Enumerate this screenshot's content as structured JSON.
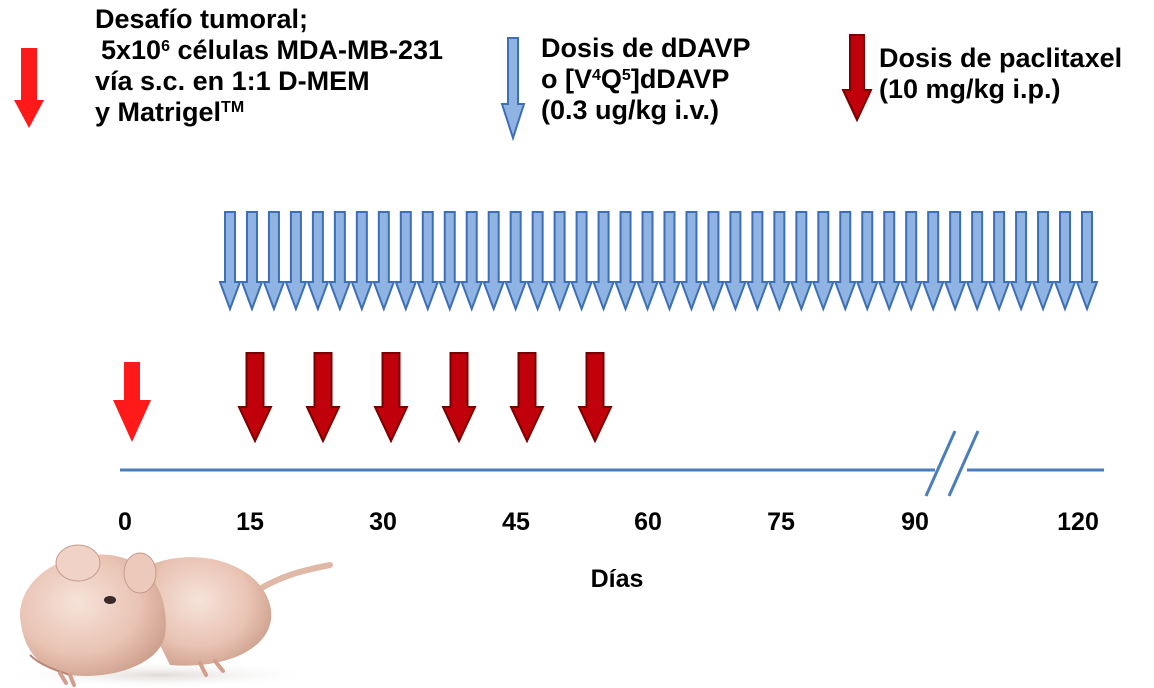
{
  "colors": {
    "tumor_arrow": "#ff1a1a",
    "ddavp_arrow_fill": "#8fb4e3",
    "ddavp_arrow_stroke": "#3d6fb5",
    "paclitaxel_arrow_fill": "#c0000b",
    "paclitaxel_arrow_stroke": "#7a0000",
    "axis_line": "#4a7eba"
  },
  "legend": {
    "tumor": {
      "line1": "Desafío tumoral;",
      "line2_pre": "5x10",
      "line2_sup": "6",
      "line2_post": " células MDA-MB-231",
      "line3": "vía s.c. en 1:1 D-MEM",
      "line4_pre": "y Matrigel",
      "line4_sup": "TM"
    },
    "ddavp": {
      "line1": "Dosis de dDAVP",
      "line2_a": "o [V",
      "line2_sup1": "4",
      "line2_b": "Q",
      "line2_sup2": "5",
      "line2_c": "]dDAVP",
      "line3": "(0.3 ug/kg i.v.)"
    },
    "paclitaxel": {
      "line1": "Dosis de paclitaxel",
      "line2": "(10 mg/kg i.p.)"
    }
  },
  "axis": {
    "label": "Días",
    "ticks": [
      "0",
      "15",
      "30",
      "45",
      "60",
      "75",
      "90",
      "120"
    ]
  },
  "timeline": {
    "tumor_challenge_days": [
      0
    ],
    "ddavp_dose_count": 40,
    "paclitaxel_doses": 6
  }
}
